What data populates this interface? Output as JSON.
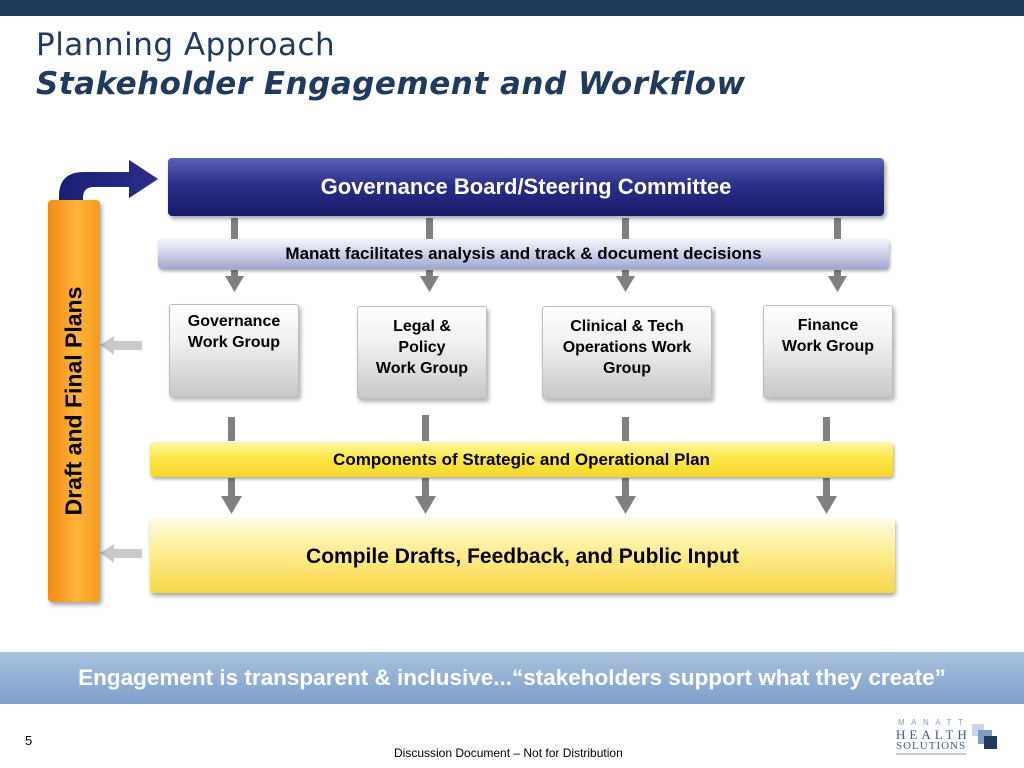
{
  "header": {
    "title_line1": "Planning Approach",
    "title_line2": "Stakeholder Engagement and Workflow"
  },
  "diagram": {
    "governance_board": "Governance Board/Steering Committee",
    "facilitation": "Manatt facilitates analysis and track & document decisions",
    "work_groups": [
      {
        "label": "Governance\nWork Group"
      },
      {
        "label": "Legal &\nPolicy\nWork Group"
      },
      {
        "label": "Clinical & Tech\nOperations Work\nGroup"
      },
      {
        "label": "Finance\nWork Group"
      }
    ],
    "components": "Components of Strategic and Operational Plan",
    "compile": "Compile Drafts, Feedback, and Public Input",
    "side_bar_label": "Draft and Final Plans"
  },
  "banner": {
    "text": "Engagement is transparent & inclusive...“stakeholders support what they create”"
  },
  "footer": {
    "page_number": "5",
    "note": "Discussion Document – Not for Distribution",
    "logo_text": "MANATT HEALTH SOLUTIONS"
  },
  "colors": {
    "title": "#1f3a5c",
    "governance_board": "#2b2f8a",
    "side_bar": "#f7a325",
    "components": "#ffe84a",
    "banner": "#8eaed6",
    "arrow_gray": "#7a7a7a"
  }
}
